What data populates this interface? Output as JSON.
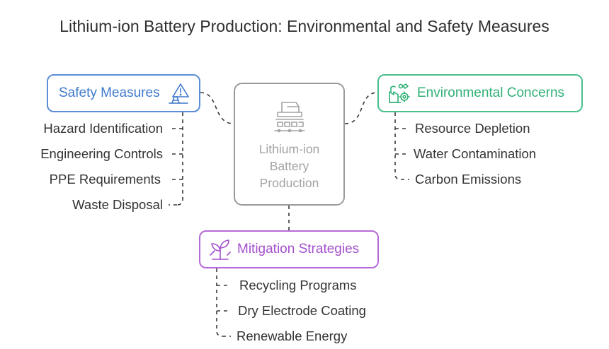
{
  "title": "Lithium-ion Battery Production: Environmental and Safety Measures",
  "center": {
    "label": "Lithium-ion Battery Production",
    "icon": "battery-factory-icon"
  },
  "branches": {
    "safety": {
      "label": "Safety Measures",
      "icon": "warning-cone-icon",
      "color": "#3f7acb",
      "items": [
        "Hazard Identification",
        "Engineering Controls",
        "PPE Requirements",
        "Waste Disposal"
      ]
    },
    "environmental": {
      "label": "Environmental Concerns",
      "icon": "eco-factory-icon",
      "color": "#2fb074",
      "items": [
        "Resource Depletion",
        "Water Contamination",
        "Carbon Emissions"
      ]
    },
    "mitigation": {
      "label": "Mitigation Strategies",
      "icon": "plant-sprout-icon",
      "color": "#a450cc",
      "items": [
        "Recycling Programs",
        "Dry Electrode Coating",
        "Renewable Energy"
      ]
    }
  }
}
